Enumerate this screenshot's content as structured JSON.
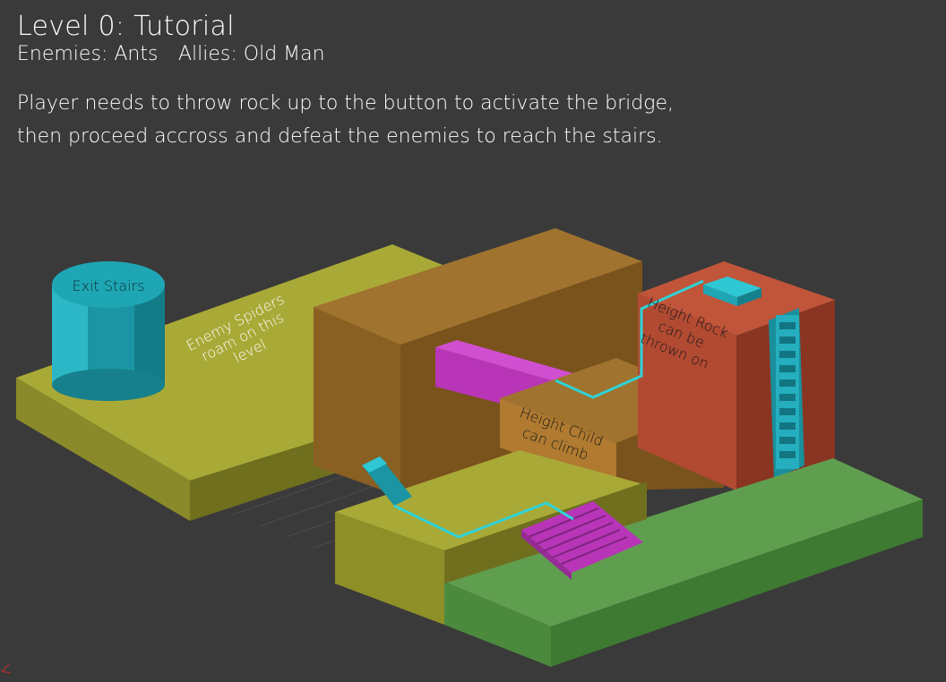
{
  "header": {
    "title": "Level 0: Tutorial",
    "enemies": "Enemies: Ants",
    "allies": "Allies: Old Man"
  },
  "description": {
    "line1": "Player needs to throw rock up to the button to activate the bridge,",
    "line2": "then proceed accross and defeat the enemies to reach the stairs."
  },
  "labels": {
    "exit_stairs": "Exit Stairs",
    "spiders": [
      "Enemy Spiders",
      "roam on this",
      "level"
    ],
    "height_rock": [
      "Height Rock",
      "can be",
      "thrown on"
    ],
    "height_child": [
      "Height Child",
      "can climb"
    ]
  },
  "colors": {
    "background": "#3a3a3a",
    "olive": "#a9a937",
    "brown": "#a0732e",
    "red_tower": "#b24a32",
    "green": "#5f9e4f",
    "teal": "#1e9fae",
    "magenta": "#b835b8",
    "path": "#2fd3d8"
  }
}
